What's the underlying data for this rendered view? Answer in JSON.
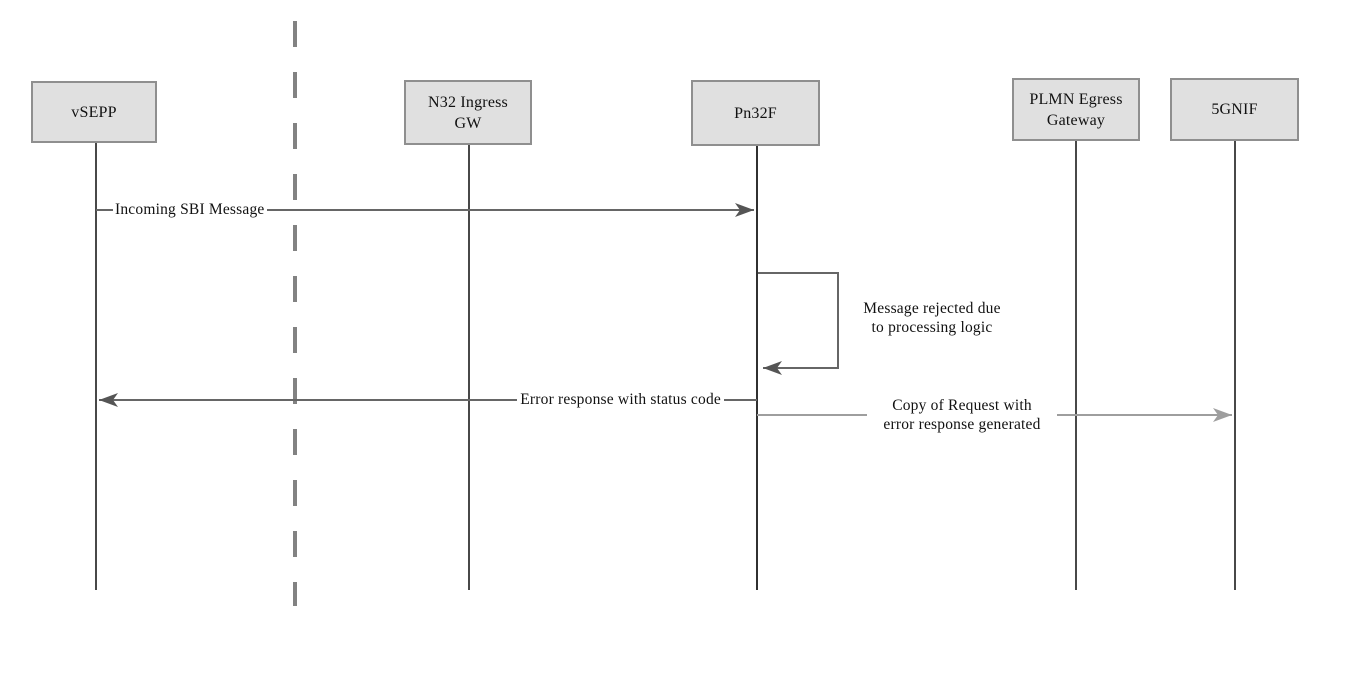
{
  "diagram": {
    "type": "sequence-diagram",
    "participants": [
      {
        "id": "vsepp",
        "label": "vSEPP"
      },
      {
        "id": "n32-ingress-gw",
        "label": "N32 Ingress\nGW"
      },
      {
        "id": "pn32f",
        "label": "Pn32F"
      },
      {
        "id": "plmn-egress-gateway",
        "label": "PLMN Egress\nGateway"
      },
      {
        "id": "5gnif",
        "label": "5GNIF"
      }
    ],
    "boundary": {
      "description": "vertical dashed separator line between vSEPP and N32 Ingress GW"
    },
    "messages": [
      {
        "from": "vSEPP",
        "to": "Pn32F",
        "label": "Incoming SBI Message"
      },
      {
        "from": "Pn32F",
        "to": "Pn32F",
        "self_message": true,
        "label": "Message rejected due\nto processing logic"
      },
      {
        "from": "Pn32F",
        "to": "vSEPP",
        "label": "Error response with status code"
      },
      {
        "from": "Pn32F",
        "to": "5GNIF",
        "label": "Copy of Request with\nerror response generated"
      }
    ],
    "colors": {
      "background": "#ffffff",
      "participant_fill": "#e0e0e0",
      "participant_border": "#8f8f8f",
      "lifeline": "#1a1a1a",
      "arrow": "#666666",
      "arrowhead": "#555555",
      "arrow_secondary": "#9e9e9e",
      "boundary_dash": "#828282",
      "text": "#111111"
    }
  }
}
